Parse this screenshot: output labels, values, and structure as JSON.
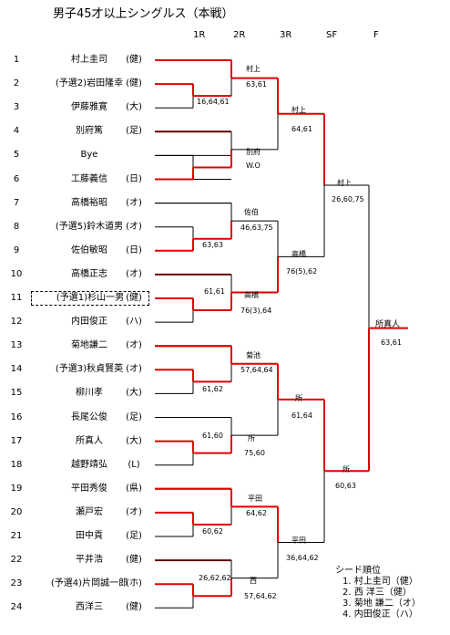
{
  "title": "男子45才以上シングルス（本戦）",
  "rounds": [
    "1R",
    "2R",
    "3R",
    "SF",
    "F"
  ],
  "players": [
    {
      "num": "1",
      "name": "村上圭司",
      "club": "(健)"
    },
    {
      "num": "2",
      "name": "(予選2)岩田隆幸",
      "club": "(健)"
    },
    {
      "num": "3",
      "name": "伊藤雅寛",
      "club": "(大)"
    },
    {
      "num": "4",
      "name": "別府篤",
      "club": "(足)"
    },
    {
      "num": "5",
      "name": "Bye",
      "club": ""
    },
    {
      "num": "6",
      "name": "工藤義信",
      "club": "(日)"
    },
    {
      "num": "7",
      "name": "高橋裕昭",
      "club": "(オ)"
    },
    {
      "num": "8",
      "name": "(予選5)鈴木道男",
      "club": "(オ)"
    },
    {
      "num": "9",
      "name": "佐伯敏昭",
      "club": "(日)"
    },
    {
      "num": "10",
      "name": "高橋正志",
      "club": "(オ)"
    },
    {
      "num": "11",
      "name": "(予選1)杉山一男",
      "club": "(健)"
    },
    {
      "num": "12",
      "name": "内田俊正",
      "club": "(ハ)"
    },
    {
      "num": "13",
      "name": "菊地謙二",
      "club": "(オ)"
    },
    {
      "num": "14",
      "name": "(予選3)秋貞賢英",
      "club": "(オ)"
    },
    {
      "num": "15",
      "name": "柳川孝",
      "club": "(大)"
    },
    {
      "num": "16",
      "name": "長尾公俊",
      "club": "(足)"
    },
    {
      "num": "17",
      "name": "所真人",
      "club": "(大)"
    },
    {
      "num": "18",
      "name": "越野靖弘",
      "club": "(L)"
    },
    {
      "num": "19",
      "name": "平田秀俊",
      "club": "(県)"
    },
    {
      "num": "20",
      "name": "瀬戸宏",
      "club": "(オ)"
    },
    {
      "num": "21",
      "name": "田中貢",
      "club": "(足)"
    },
    {
      "num": "22",
      "name": "平井浩",
      "club": "(健)"
    },
    {
      "num": "23",
      "name": "(予選4)片岡誠一郎",
      "club": "(ホ)"
    },
    {
      "num": "24",
      "name": "西洋三",
      "club": "(健)"
    }
  ],
  "results": {
    "r1_m2v3": {
      "score": "16,64,61"
    },
    "r1_m8v9": {
      "score": "63,63"
    },
    "r1_m11v12": {
      "score": "61,61"
    },
    "r1_m14v15": {
      "score": "61,62"
    },
    "r1_m17v18": {
      "score": "61,60"
    },
    "r1_m20v21": {
      "score": "60,62"
    },
    "r1_m23v24": {
      "score": "26,62,62"
    },
    "r2_a": {
      "winner": "村上",
      "score": "63,61"
    },
    "r2_b": {
      "winner": "別府",
      "score": "W.O"
    },
    "r2_c": {
      "winner": "佐伯",
      "score": "46,63,75"
    },
    "r2_d": {
      "winner": "高橋",
      "score": "76(3),64"
    },
    "r2_e": {
      "winner": "菊池",
      "score": "57,64,64"
    },
    "r2_f": {
      "winner": "所",
      "score": "75,60"
    },
    "r2_g": {
      "winner": "平田",
      "score": "64,62"
    },
    "r2_h": {
      "winner": "西",
      "score": "57,64,62"
    },
    "r3_a": {
      "winner": "村上",
      "score": "64,61"
    },
    "r3_b": {
      "winner": "高橋",
      "score": "76(5),62"
    },
    "r3_c": {
      "winner": "所",
      "score": "61,64"
    },
    "r3_d": {
      "winner": "平田",
      "score": "36,64,62"
    },
    "sf_a": {
      "winner": "村上",
      "score": "26,60,75"
    },
    "sf_b": {
      "winner": "所",
      "score": "60,63"
    },
    "final": {
      "winner": "所真人",
      "score": "63,61"
    }
  },
  "seeds": {
    "title": "シード順位",
    "items": [
      "1. 村上圭司（健）",
      "2. 西 洋三（健）",
      "3. 菊地 謙二（オ）",
      "4. 内田俊正（ハ）"
    ]
  },
  "colors": {
    "win": "#e00000",
    "line": "#000000"
  }
}
